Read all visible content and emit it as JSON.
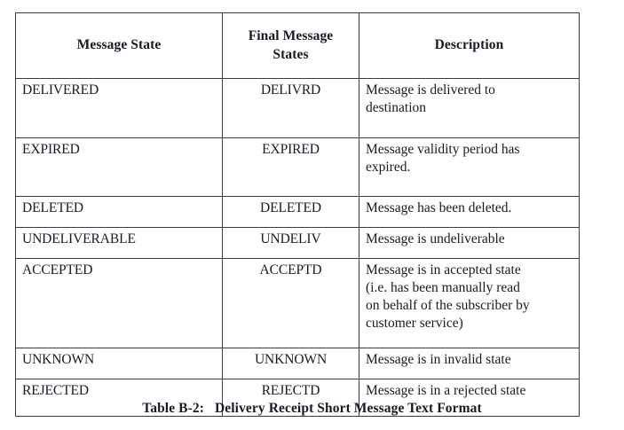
{
  "document": {
    "type": "table-figure",
    "page_background": "#ffffff",
    "text_color": "#1a1a24",
    "border_color": "#3a3a42"
  },
  "table": {
    "headers": [
      "Message State",
      "Final Message States",
      "Description"
    ],
    "header_lines": {
      "col1": [
        "Message State"
      ],
      "col2": [
        "Final Message",
        "States"
      ],
      "col3": [
        "Description"
      ]
    },
    "rows": [
      {
        "state": "DELIVERED",
        "final_state": "DELIVRD",
        "description": "Message is delivered to destination",
        "description_lines": [
          "Message is delivered to",
          "destination"
        ]
      },
      {
        "state": "EXPIRED",
        "final_state": "EXPIRED",
        "description": "Message validity period has expired.",
        "description_lines": [
          "Message validity period has",
          "expired."
        ]
      },
      {
        "state": "DELETED",
        "final_state": "DELETED",
        "description": "Message has been deleted.",
        "description_lines": [
          "Message has been deleted."
        ]
      },
      {
        "state": "UNDELIVERABLE",
        "final_state": "UNDELIV",
        "description": "Message is undeliverable",
        "description_lines": [
          "Message is undeliverable"
        ]
      },
      {
        "state": "ACCEPTED",
        "final_state": "ACCEPTD",
        "description": "Message is in accepted state (i.e. has been manually read on behalf of the subscriber by customer service)",
        "description_lines": [
          "Message is in accepted state",
          "(i.e. has been manually read",
          "on behalf of the subscriber by",
          "customer service)"
        ]
      },
      {
        "state": "UNKNOWN",
        "final_state": "UNKNOWN",
        "description": "Message is in invalid state",
        "description_lines": [
          "Message is in invalid state"
        ]
      },
      {
        "state": "REJECTED",
        "final_state": "REJECTD",
        "description": "Message is in a rejected state",
        "description_lines": [
          "Message is in a rejected state"
        ]
      }
    ]
  },
  "caption": {
    "label": "Table B-2:",
    "title": "Delivery Receipt Short Message Text Format",
    "full": "Table B-2:   Delivery Receipt Short Message Text Format"
  }
}
